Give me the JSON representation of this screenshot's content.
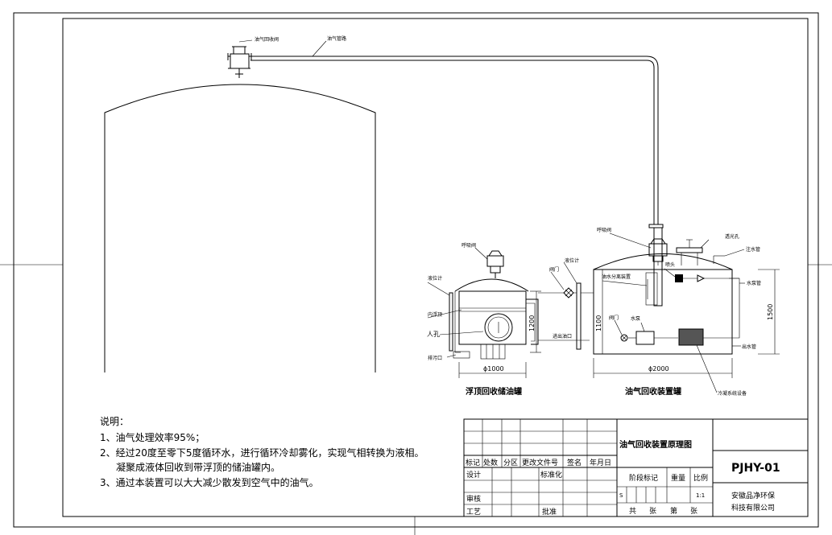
{
  "labels": {
    "recovery_valve": "油气回收阀",
    "vapor_pipe": "油气管路",
    "breather_valve_left": "呼吸阀",
    "level_gauge_left": "液位计",
    "inner_float_roof": "内浮顶",
    "manhole": "人孔",
    "drain_outlet": "排污口",
    "valve_small": "阀门",
    "level_gauge_mid": "液位计",
    "oil_inlet": "进出油口",
    "breather_valve_right": "呼吸阀",
    "oil_water_separator": "油水分离装置",
    "nozzle": "喷头",
    "vent_hole": "透光孔",
    "water_inlet": "注水管",
    "water_pump_pipe": "水泵管",
    "valve_right": "阀门",
    "water_pump": "水泵",
    "water_outlet": "出水管",
    "condenser": "冷凝系统设备"
  },
  "dimensions": {
    "left_tank_diameter": "ϕ1000",
    "left_tank_height": "1200",
    "right_tank_diameter": "ϕ2000",
    "right_tank_inner_height": "1100",
    "right_tank_height": "1500"
  },
  "captions": {
    "left_tank": "浮顶回收储油罐",
    "right_tank": "油气回收装置罐"
  },
  "notes": {
    "heading": "说明：",
    "items": [
      "1、油气处理效率95%；",
      "2、经过20度至零下5度循环水，进行循环冷却雾化，实现气相转换为液相。",
      "凝聚成液体回收到带浮顶的储油罐内。",
      "3、通过本装置可以大大减少散发到空气中的油气。"
    ]
  },
  "title_block": {
    "drawing_title": "油气回收装置原理图",
    "drawing_number": "PJHY-01",
    "company_line1": "安徽品净环保",
    "company_line2": "科技有限公司",
    "rev_headers": [
      "标记",
      "处数",
      "分区",
      "更改文件号",
      "签名",
      "年月日"
    ],
    "design": "设计",
    "standardization": "标准化",
    "review": "审核",
    "process": "工艺",
    "approve": "批准",
    "stage_mark": "阶段标记",
    "weight": "重量",
    "scale_label": "比例",
    "stage_value": "S",
    "scale_value": "1:1",
    "sheet_total": "共",
    "sheet_unit1": "张",
    "sheet_num": "第",
    "sheet_unit2": "张"
  }
}
